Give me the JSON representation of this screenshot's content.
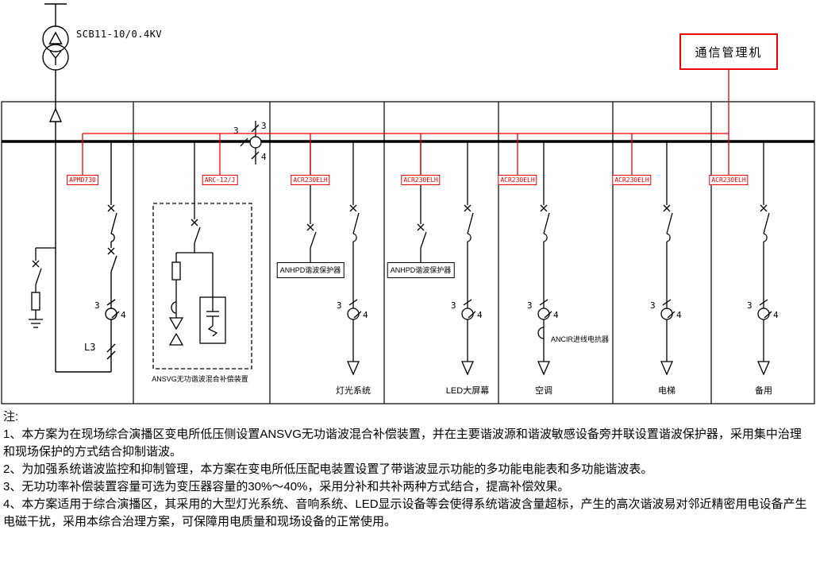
{
  "colors": {
    "circuit_line": "#000000",
    "comm_line": "#ee0000"
  },
  "diagram": {
    "transformer": "SCB11-10/0.4KV",
    "comm_manager": "通信管理机",
    "meters": [
      "APMD730",
      "ARC-12/J",
      "ACR230ELH",
      "ACR230ELH",
      "ACR230ELH",
      "ACR230ELH",
      "ACR230ELH"
    ],
    "anhpd": "ANHPD谐波保护器",
    "ansvg": "ANSVG无功谐波混合补偿装置",
    "ancir": "ANCIR进线电抗器",
    "l3": "L3",
    "wire3": "3",
    "wire4": "4",
    "feeders": [
      "灯光系统",
      "LED大屏幕",
      "空调",
      "电梯",
      "备用"
    ]
  },
  "notes": {
    "title": "注:",
    "items": [
      "1、本方案为在现场综合演播区变电所低压侧设置ANSVG无功谐波混合补偿装置，并在主要谐波源和谐波敏感设备旁并联设置谐波保护器，采用集中治理和现场保护的方式结合抑制谐波。",
      "2、为加强系统谐波监控和抑制管理，本方案在变电所低压配电装置设置了带谐波显示功能的多功能电能表和多功能谐波表。",
      "3、无功功率补偿装置容量可选为变压器容量的30%～40%，采用分补和共补两种方式结合，提高补偿效果。",
      "4、本方案适用于综合演播区，其采用的大型灯光系统、音响系统、LED显示设备等会使得系统谐波含量超标，产生的高次谐波易对邻近精密用电设备产生电磁干扰，采用本综合治理方案，可保障用电质量和现场设备的正常使用。"
    ]
  }
}
